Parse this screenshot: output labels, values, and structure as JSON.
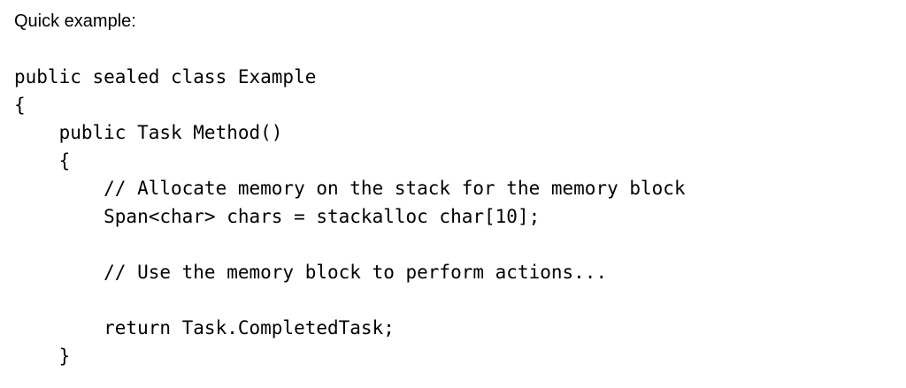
{
  "intro": "Quick example:",
  "code": {
    "l1": "public sealed class Example",
    "l2": "{",
    "l3": "    public Task Method()",
    "l4": "    {",
    "l5": "        // Allocate memory on the stack for the memory block",
    "l6": "        Span<char> chars = stackalloc char[10];",
    "l8": "        // Use the memory block to perform actions...",
    "l10": "        return Task.CompletedTask;",
    "l11": "    }"
  }
}
